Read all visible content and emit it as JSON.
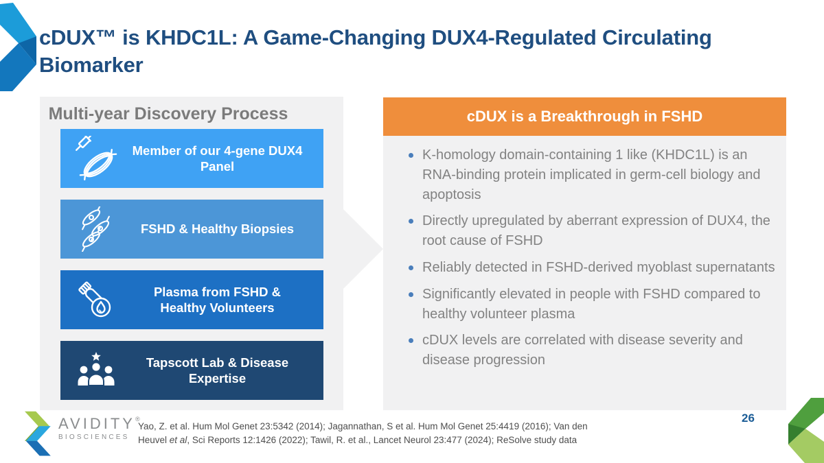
{
  "slide": {
    "title": "cDUX™ is KHDC1L: A Game-Changing DUX4-Regulated Circulating Biomarker",
    "page_number": "26"
  },
  "discovery": {
    "heading": "Multi-year Discovery Process",
    "steps": [
      {
        "label": "Member of our 4-gene DUX4 Panel",
        "icon": "syringe-muscle-icon",
        "color": "#3FA2F4"
      },
      {
        "label": "FSHD & Healthy Biopsies",
        "icon": "myoblast-cells-icon",
        "color": "#4C96D7"
      },
      {
        "label": "Plasma from FSHD & Healthy Volunteers",
        "icon": "blood-tube-icon",
        "color": "#1D70C4"
      },
      {
        "label": "Tapscott Lab & Disease Expertise",
        "icon": "people-star-icon",
        "color": "#1F4873"
      }
    ]
  },
  "breakthrough": {
    "header": "cDUX is a Breakthrough in FSHD",
    "header_color": "#EF8E3C",
    "bullet_dot_color": "#4A7EBB",
    "bullets": [
      "K-homology domain-containing 1 like (KHDC1L) is an RNA-binding protein implicated in germ-cell biology and apoptosis",
      "Directly upregulated by aberrant expression of DUX4, the root cause of FSHD",
      "Reliably detected in FSHD-derived myoblast supernatants",
      "Significantly elevated in people with FSHD compared to healthy volunteer plasma",
      "cDUX levels are correlated with disease severity and disease progression"
    ]
  },
  "footer": {
    "brand": {
      "name": "AVIDITY",
      "registered": "®",
      "sub": "BIOSCIENCES"
    },
    "citation_line1": "Yao, Z. et al. Hum Mol Genet 23:5342 (2014); Jagannathan, S et al. Hum Mol Genet 25:4419 (2016); Van den",
    "citation_line2_pre": "Heuvel ",
    "citation_line2_italic": "et al",
    "citation_line2_post": ", Sci Reports 12:1426 (2022); Tawil, R. et al., Lancet Neurol 23:477 (2024); ReSolve study data"
  },
  "colors": {
    "title_blue": "#1F4E80",
    "panel_gray": "#F1F1F2",
    "bullet_text_gray": "#828282",
    "page_number_blue": "#1A5C96"
  }
}
